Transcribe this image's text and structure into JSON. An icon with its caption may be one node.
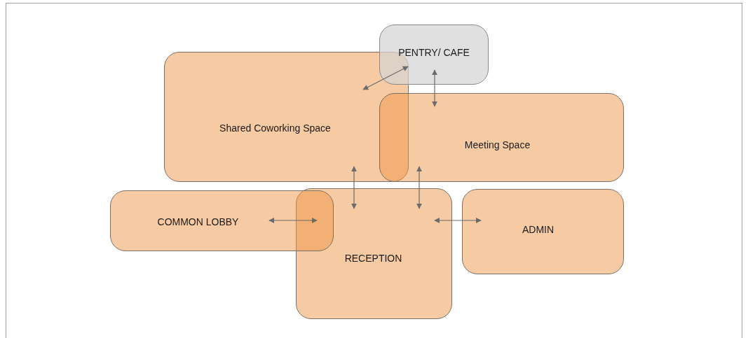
{
  "diagram": {
    "nodes": [
      {
        "text": [
          "PENTRY/ CAFE"
        ]
      },
      {
        "text": [
          "Shared Coworking Space"
        ]
      },
      {
        "text": [
          "Meeting Space"
        ]
      },
      {
        "text": [
          "COMMON LOBBY"
        ]
      },
      {
        "text": [
          "RECEPTION"
        ]
      },
      {
        "text": [
          "ADMIN"
        ]
      }
    ],
    "edges": [
      {
        "from": 1,
        "to": 0,
        "arrow": "both"
      },
      {
        "from": 0,
        "to": 2,
        "arrow": "both"
      },
      {
        "from": 1,
        "to": 4,
        "arrow": "both"
      },
      {
        "from": 2,
        "to": 4,
        "arrow": "both"
      },
      {
        "from": 3,
        "to": 4,
        "arrow": "both"
      },
      {
        "from": 4,
        "to": 5,
        "arrow": "both"
      }
    ]
  }
}
